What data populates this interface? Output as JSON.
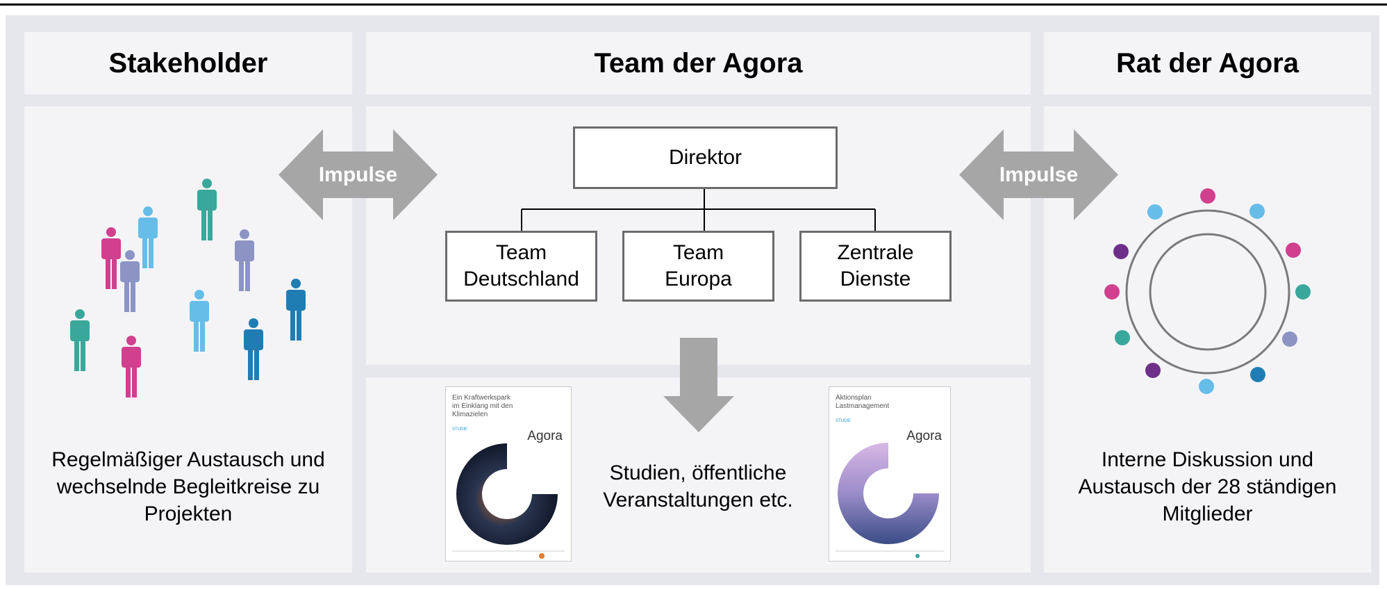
{
  "columns": {
    "stakeholder": {
      "title": "Stakeholder",
      "description_lines": [
        "Regelmäßiger Austausch und",
        "wechselnde Begleitkreise zu",
        "Projekten"
      ]
    },
    "team": {
      "title": "Team der Agora",
      "org": {
        "director": "Direktor",
        "units": [
          {
            "line1": "Team",
            "line2": "Deutschland"
          },
          {
            "line1": "Team",
            "line2": "Europa"
          },
          {
            "line1": "Zentrale",
            "line2": "Dienste"
          }
        ]
      },
      "output_lines": [
        "Studien, öffentliche",
        "Veranstaltungen etc."
      ],
      "covers": [
        {
          "title_lines": [
            "Ein Kraftwerkspark",
            "im Einklang mit den",
            "Klimazielen"
          ],
          "brand": "Agora",
          "tag": "STUDIE"
        },
        {
          "title_lines": [
            "Aktionsplan",
            "Lastmanagement"
          ],
          "brand": "Agora",
          "tag": "STUDIE"
        }
      ]
    },
    "council": {
      "title": "Rat der Agora",
      "description_lines": [
        "Interne Diskussion und",
        "Austausch der 28 ständigen",
        "Mitglieder"
      ]
    }
  },
  "arrows": {
    "left_label": "Impulse",
    "right_label": "Impulse"
  },
  "colors": {
    "teal": "#3aa79b",
    "light_blue": "#66bde8",
    "pink": "#d1408f",
    "lavender": "#8b94c3",
    "dark_blue": "#1f7db3",
    "purple": "#6e2f8a",
    "arrow_gray": "#a6a6a6",
    "panel": "#f4f4f7",
    "frame": "#e6e7ec"
  }
}
